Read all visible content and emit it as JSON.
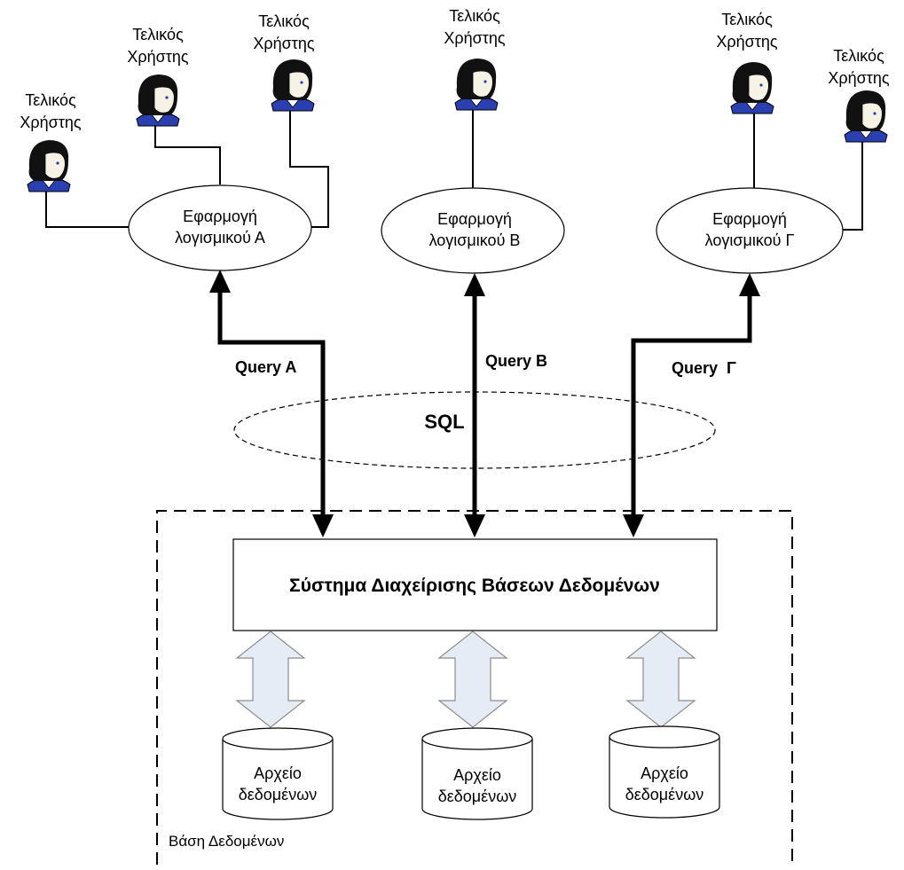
{
  "users": [
    {
      "line1": "Τελικός",
      "line2": "Χρήστης"
    },
    {
      "line1": "Τελικός",
      "line2": "Χρήστης"
    },
    {
      "line1": "Τελικός",
      "line2": "Χρήστης"
    },
    {
      "line1": "Τελικός",
      "line2": "Χρήστης"
    },
    {
      "line1": "Τελικός",
      "line2": "Χρήστης"
    },
    {
      "line1": "Τελικός",
      "line2": "Χρήστης"
    }
  ],
  "apps": [
    {
      "line1": "Εφαρμογή",
      "line2": "λογισμικού Α"
    },
    {
      "line1": "Εφαρμογή",
      "line2": "λογισμικού Β"
    },
    {
      "line1": "Εφαρμογή",
      "line2": "λογισμικού Γ"
    }
  ],
  "queries": [
    "Query A",
    "Query B",
    "Query  Γ"
  ],
  "sql": "SQL",
  "dbms": "Σύστημα Διαχείρισης Βάσεων Δεδομένων",
  "files": [
    {
      "line1": "Αρχείο",
      "line2": "δεδομένων"
    },
    {
      "line1": "Αρχείο",
      "line2": "δεδομένων"
    },
    {
      "line1": "Αρχείο",
      "line2": "δεδομένων"
    }
  ],
  "database_label": "Βάση Δεδομένων"
}
